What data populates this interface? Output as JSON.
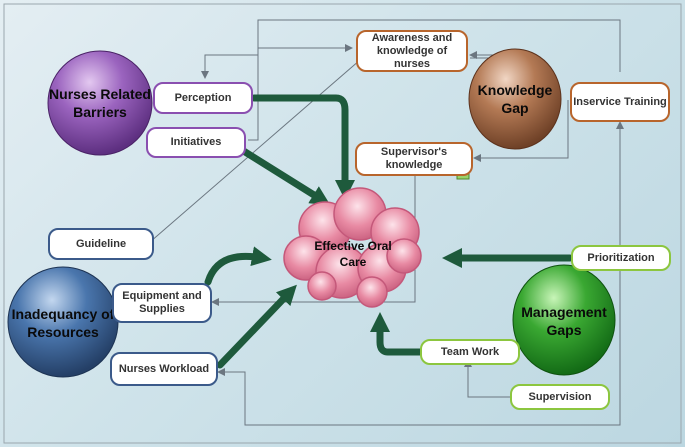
{
  "spheres": {
    "nurses_related_barriers": "Nurses Related Barriers",
    "knowledge_gap": "Knowledge Gap",
    "inadequacy_of_resources": "Inadequancy of Resources",
    "management_gaps": "Management Gaps"
  },
  "center": {
    "label": "Effective Oral Care"
  },
  "boxes": {
    "perception": "Perception",
    "initiatives": "Initiatives",
    "awareness": "Awareness and knowledge of nurses",
    "inservice_training": "Inservice Training",
    "supervisors_knowledge": "Supervisor's knowledge",
    "guideline": "Guideline",
    "equipment_supplies": "Equipment and Supplies",
    "nurses_workload": "Nurses Workload",
    "prioritization": "Prioritization",
    "team_work": "Team Work",
    "supervision": "Supervision"
  },
  "colors": {
    "purple": "#8a4fb0",
    "brown": "#b47a55",
    "blue": "#3f6fa8",
    "green": "#2e9a2a",
    "cloud": "#e48aa0",
    "arrow": "#1e5a3c"
  }
}
